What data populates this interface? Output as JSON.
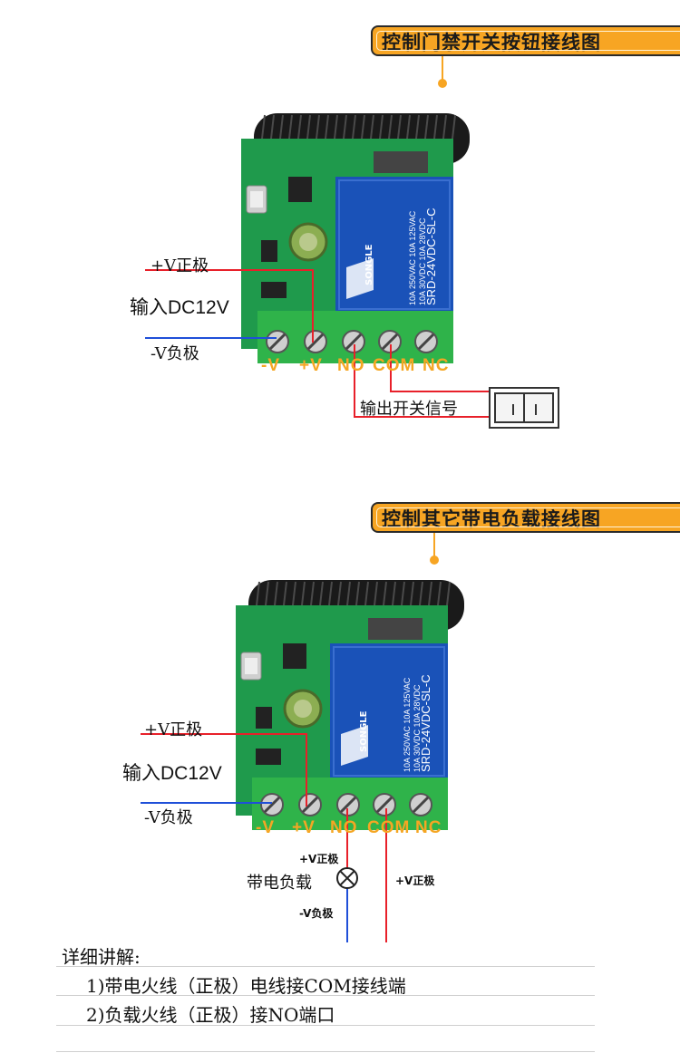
{
  "section1": {
    "title": "控制门禁开关按钮接线图",
    "pos_label": "+V正极",
    "input_label": "输入DC12V",
    "neg_label": "-V负极",
    "terminals": [
      "-V",
      "+V",
      "NO",
      "COM",
      "NC"
    ],
    "output_label": "输出开关信号"
  },
  "section2": {
    "title": "控制其它带电负载接线图",
    "pos_label": "+V正极",
    "input_label": "输入DC12V",
    "neg_label": "-V负极",
    "terminals": [
      "-V",
      "+V",
      "NO",
      "COM",
      "NC"
    ],
    "load_pos_label": "+V正极",
    "load_label": "带电负载",
    "load_neg_label": "-V负极",
    "com_pos_label": "+V正极"
  },
  "relay": {
    "brand": "SONGLE",
    "model": "SRD-24VDC-SL-C",
    "rating1": "10A 250VAC  10A 125VAC",
    "rating2": "10A 30VDC  10A 28VDC"
  },
  "notes": {
    "heading": "详细讲解:",
    "item1": "1)带电火线（正极）电线接COM接线端",
    "item2": "2)负载火线（正极）接NO端口"
  },
  "colors": {
    "accent": "#f7a523",
    "wire_red": "#e8202a",
    "wire_blue": "#1f4fd8",
    "pcb": "#1f9a4c",
    "relay": "#1a52b8",
    "terminal": "#2fb34a"
  }
}
